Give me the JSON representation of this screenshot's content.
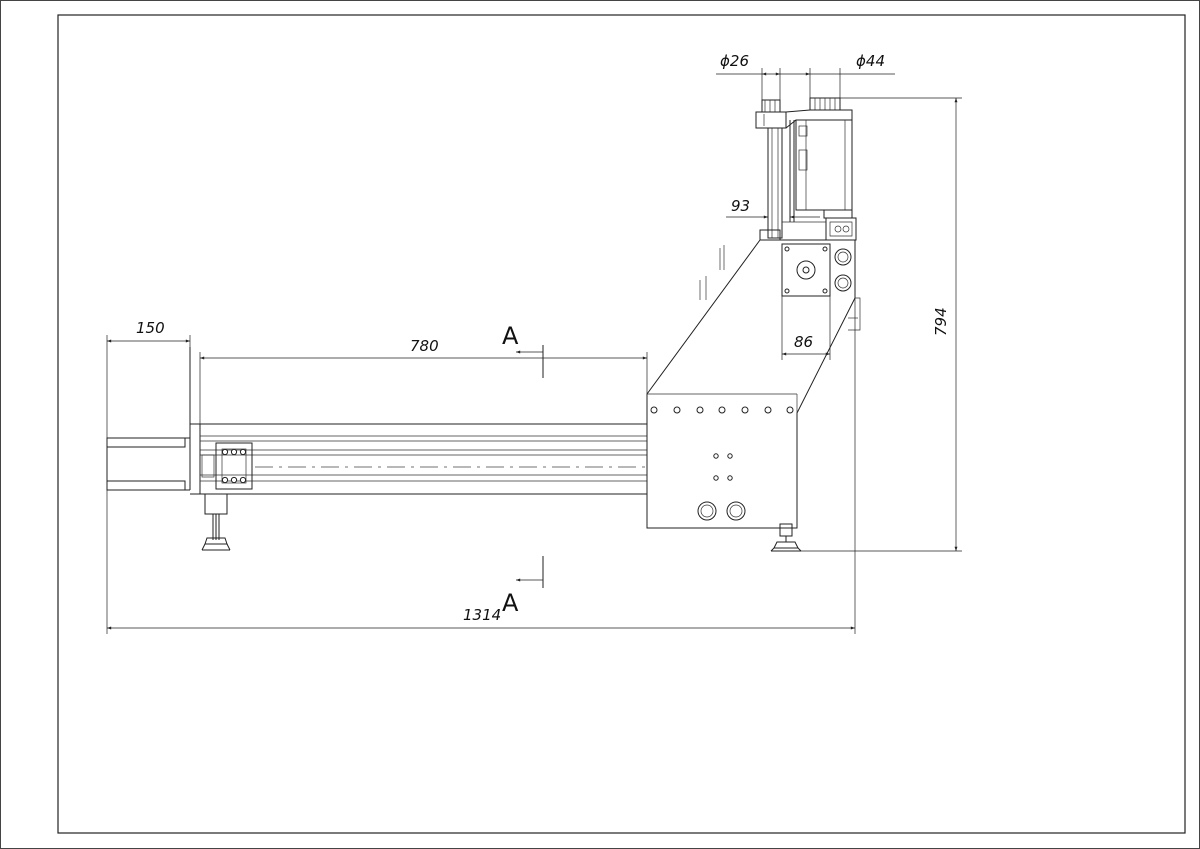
{
  "drawing": {
    "section_mark": "A",
    "section_mark_bottom": "A",
    "dimensions": {
      "phi26": "ϕ26",
      "phi44": "ϕ44",
      "d93": "93",
      "d86": "86",
      "d150": "150",
      "d780": "780",
      "d794": "794",
      "d1314": "1314"
    }
  }
}
